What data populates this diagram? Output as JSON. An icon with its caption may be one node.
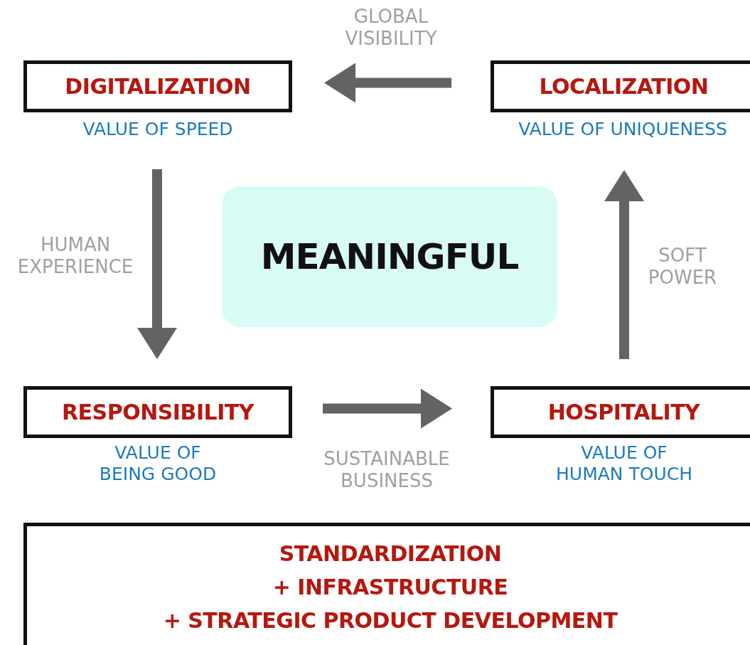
{
  "diagram": {
    "nodes": [
      {
        "text": [
          "DIGITALIZATION"
        ],
        "beside": [
          "VALUE OF SPEED"
        ]
      },
      {
        "text": [
          "LOCALIZATION"
        ],
        "beside": [
          "VALUE OF UNIQUENESS"
        ]
      },
      {
        "text": [
          "MEANINGFUL"
        ]
      },
      {
        "text": [
          "RESPONSIBILITY"
        ],
        "beside": [
          "VALUE OF BEING GOOD"
        ]
      },
      {
        "text": [
          "HOSPITALITY"
        ],
        "beside": [
          "VALUE OF HUMAN TOUCH"
        ]
      },
      {
        "text": [
          "STANDARDIZATION",
          "+ INFRASTRUCTURE",
          "+ STRATEGIC PRODUCT DEVELOPMENT"
        ]
      }
    ],
    "edges": [
      {
        "from": 1,
        "to": 0,
        "arrow": "to",
        "label": "GLOBAL VISIBILITY"
      },
      {
        "from": 0,
        "to": 3,
        "arrow": "to",
        "label": "HUMAN EXPERIENCE"
      },
      {
        "from": 3,
        "to": 4,
        "arrow": "to",
        "label": "SUSTAINABLE BUSINESS"
      },
      {
        "from": 4,
        "to": 1,
        "arrow": "to",
        "label": "SOFT POWER"
      }
    ]
  }
}
